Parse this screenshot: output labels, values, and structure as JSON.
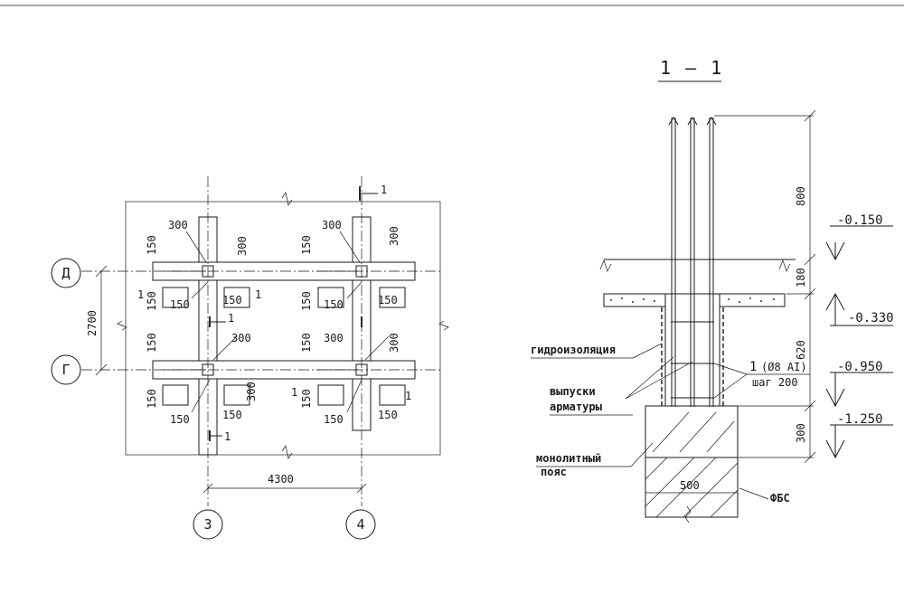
{
  "section": {
    "title": "1 – 1"
  },
  "plan": {
    "axes": {
      "rows": [
        "Д",
        "Г"
      ],
      "cols": [
        "3",
        "4"
      ]
    },
    "dims": {
      "row_spacing": "2700",
      "col_spacing": "4300",
      "w300": "300",
      "w150": "150"
    },
    "cut_mark": "1"
  },
  "elevations": [
    "-0.150",
    "-0.330",
    "-0.950",
    "-1.250"
  ],
  "section_dims": {
    "h800": "800",
    "h180": "180",
    "h620": "620",
    "h300": "300",
    "w500": "500"
  },
  "labels": {
    "waterproofing": "гидроизоляция",
    "rebar_line1": "выпуски",
    "rebar_line2": "арматуры",
    "belt_line1": "монолитный",
    "belt_line2": "пояс",
    "fbs": "ФБС",
    "rebar_mark": "1",
    "rebar_spec": "(Ø8 AI)",
    "rebar_step": "шаг 200"
  }
}
